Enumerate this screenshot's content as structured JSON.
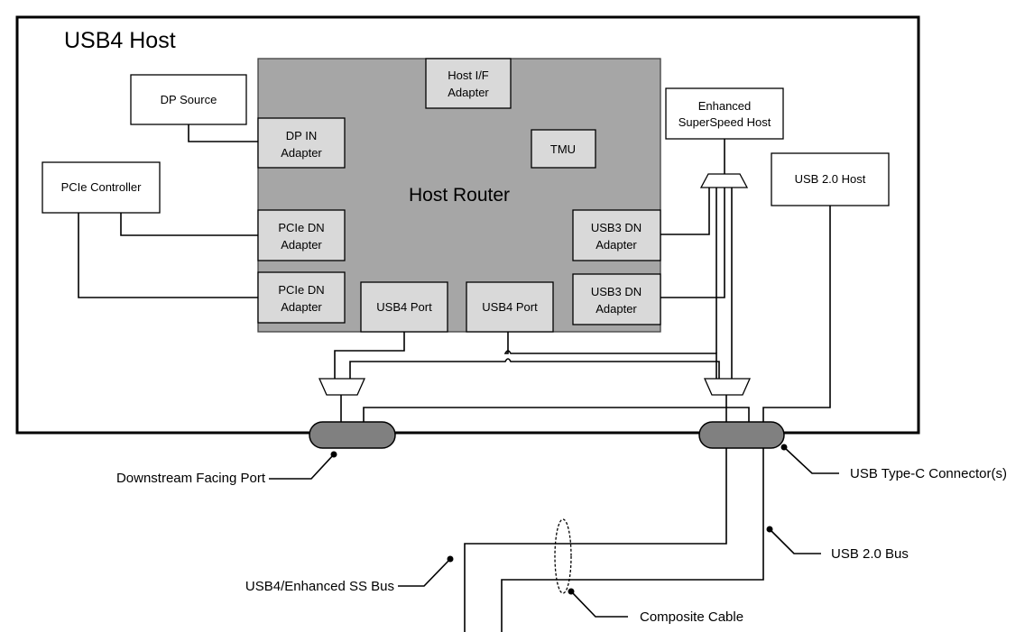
{
  "host": {
    "title": "USB4 Host"
  },
  "router": {
    "title": "Host Router"
  },
  "blocks": {
    "dp_source": "DP Source",
    "pcie_controller": "PCIe Controller",
    "ess_host": [
      "Enhanced",
      "SuperSpeed Host"
    ],
    "usb2_host": "USB 2.0 Host",
    "host_if_adapter": [
      "Host I/F",
      "Adapter"
    ],
    "dp_in_adapter": [
      "DP IN",
      "Adapter"
    ],
    "tmu": "TMU",
    "pcie_dn_adapter_1": [
      "PCIe DN",
      "Adapter"
    ],
    "pcie_dn_adapter_2": [
      "PCIe DN",
      "Adapter"
    ],
    "usb3_dn_adapter_1": [
      "USB3 DN",
      "Adapter"
    ],
    "usb3_dn_adapter_2": [
      "USB3 DN",
      "Adapter"
    ],
    "usb4_port_1": "USB4 Port",
    "usb4_port_2": "USB4 Port"
  },
  "callouts": {
    "downstream_facing_port": "Downstream Facing Port",
    "type_c_connectors": "USB Type-C Connector(s)",
    "usb2_bus": "USB 2.0 Bus",
    "usb4_ess_bus": "USB4/Enhanced SS Bus",
    "composite_cable": "Composite Cable"
  }
}
